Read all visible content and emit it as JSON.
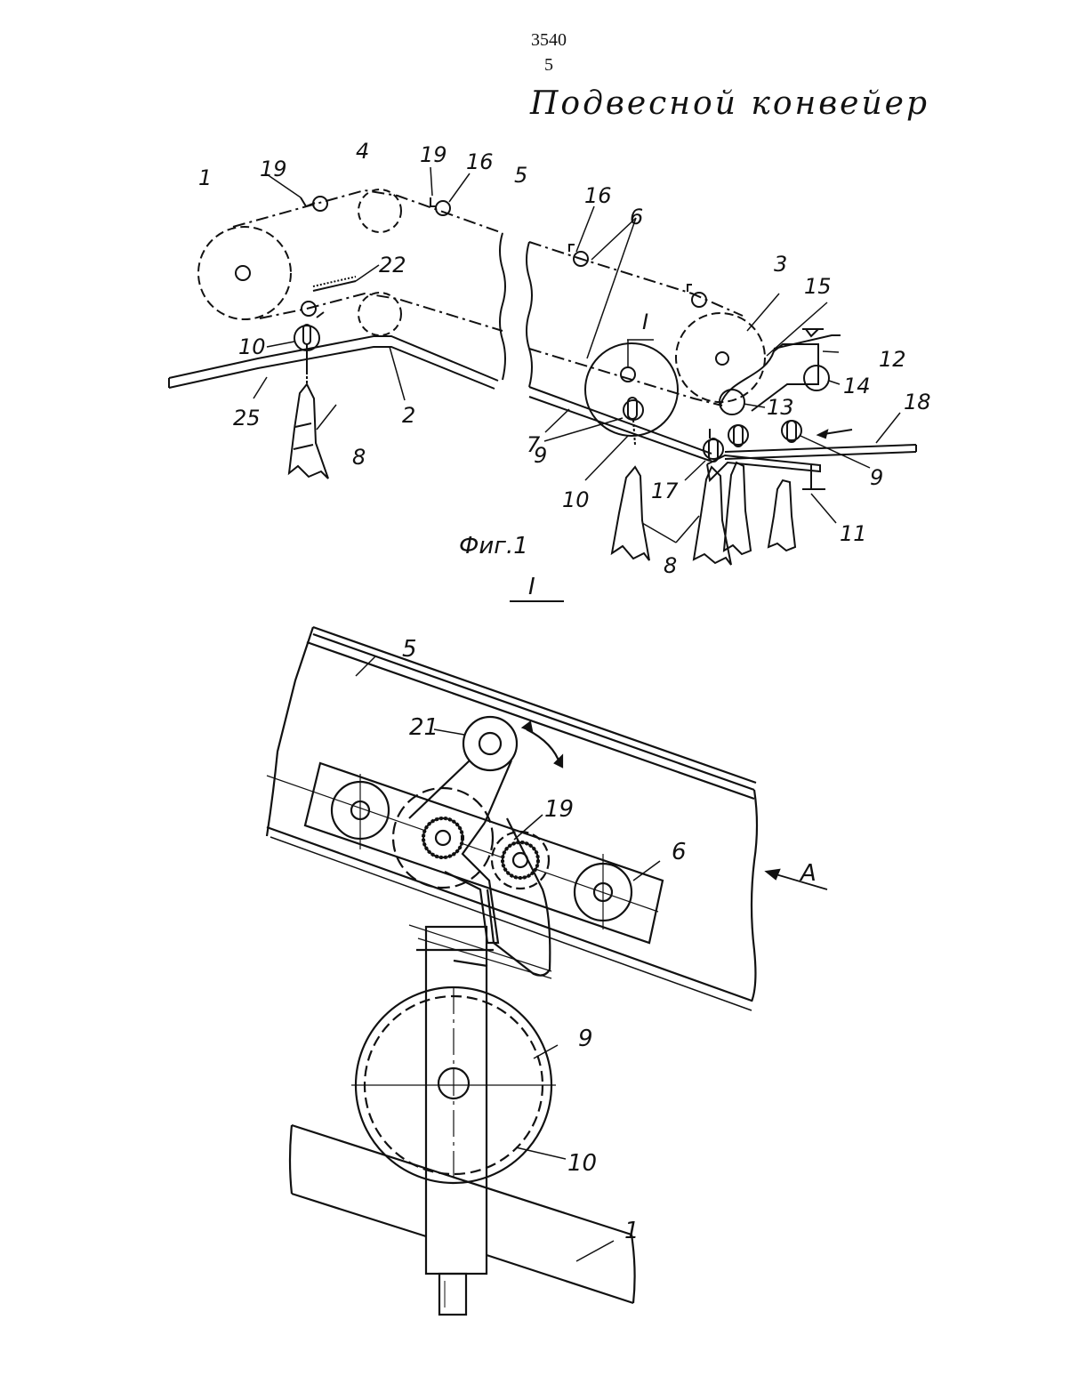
{
  "header": {
    "patent_number": "3540",
    "page_number": "5"
  },
  "title": "Подвесной конвейер",
  "fig1": {
    "caption": "Фиг.1",
    "labels": {
      "l1": "1",
      "l19a": "19",
      "l4": "4",
      "l19b": "19",
      "l16a": "16",
      "l5": "5",
      "l22": "22",
      "l10a": "10",
      "l25": "25",
      "l2": "2",
      "l8a": "8",
      "l16b": "16",
      "l6": "6",
      "l3": "3",
      "l15": "15",
      "lI": "I",
      "l12": "12",
      "l14": "14",
      "l13": "13",
      "l18": "18",
      "l7": "7",
      "l9a": "9",
      "l9b": "9",
      "l10b": "10",
      "l17": "17",
      "l11": "11",
      "l8b": "8"
    }
  },
  "detail": {
    "title": "I",
    "labels": {
      "l5": "5",
      "l21": "21",
      "l19": "19",
      "l6": "6",
      "lA": "A",
      "l9": "9",
      "l10": "10",
      "l1": "1"
    }
  }
}
